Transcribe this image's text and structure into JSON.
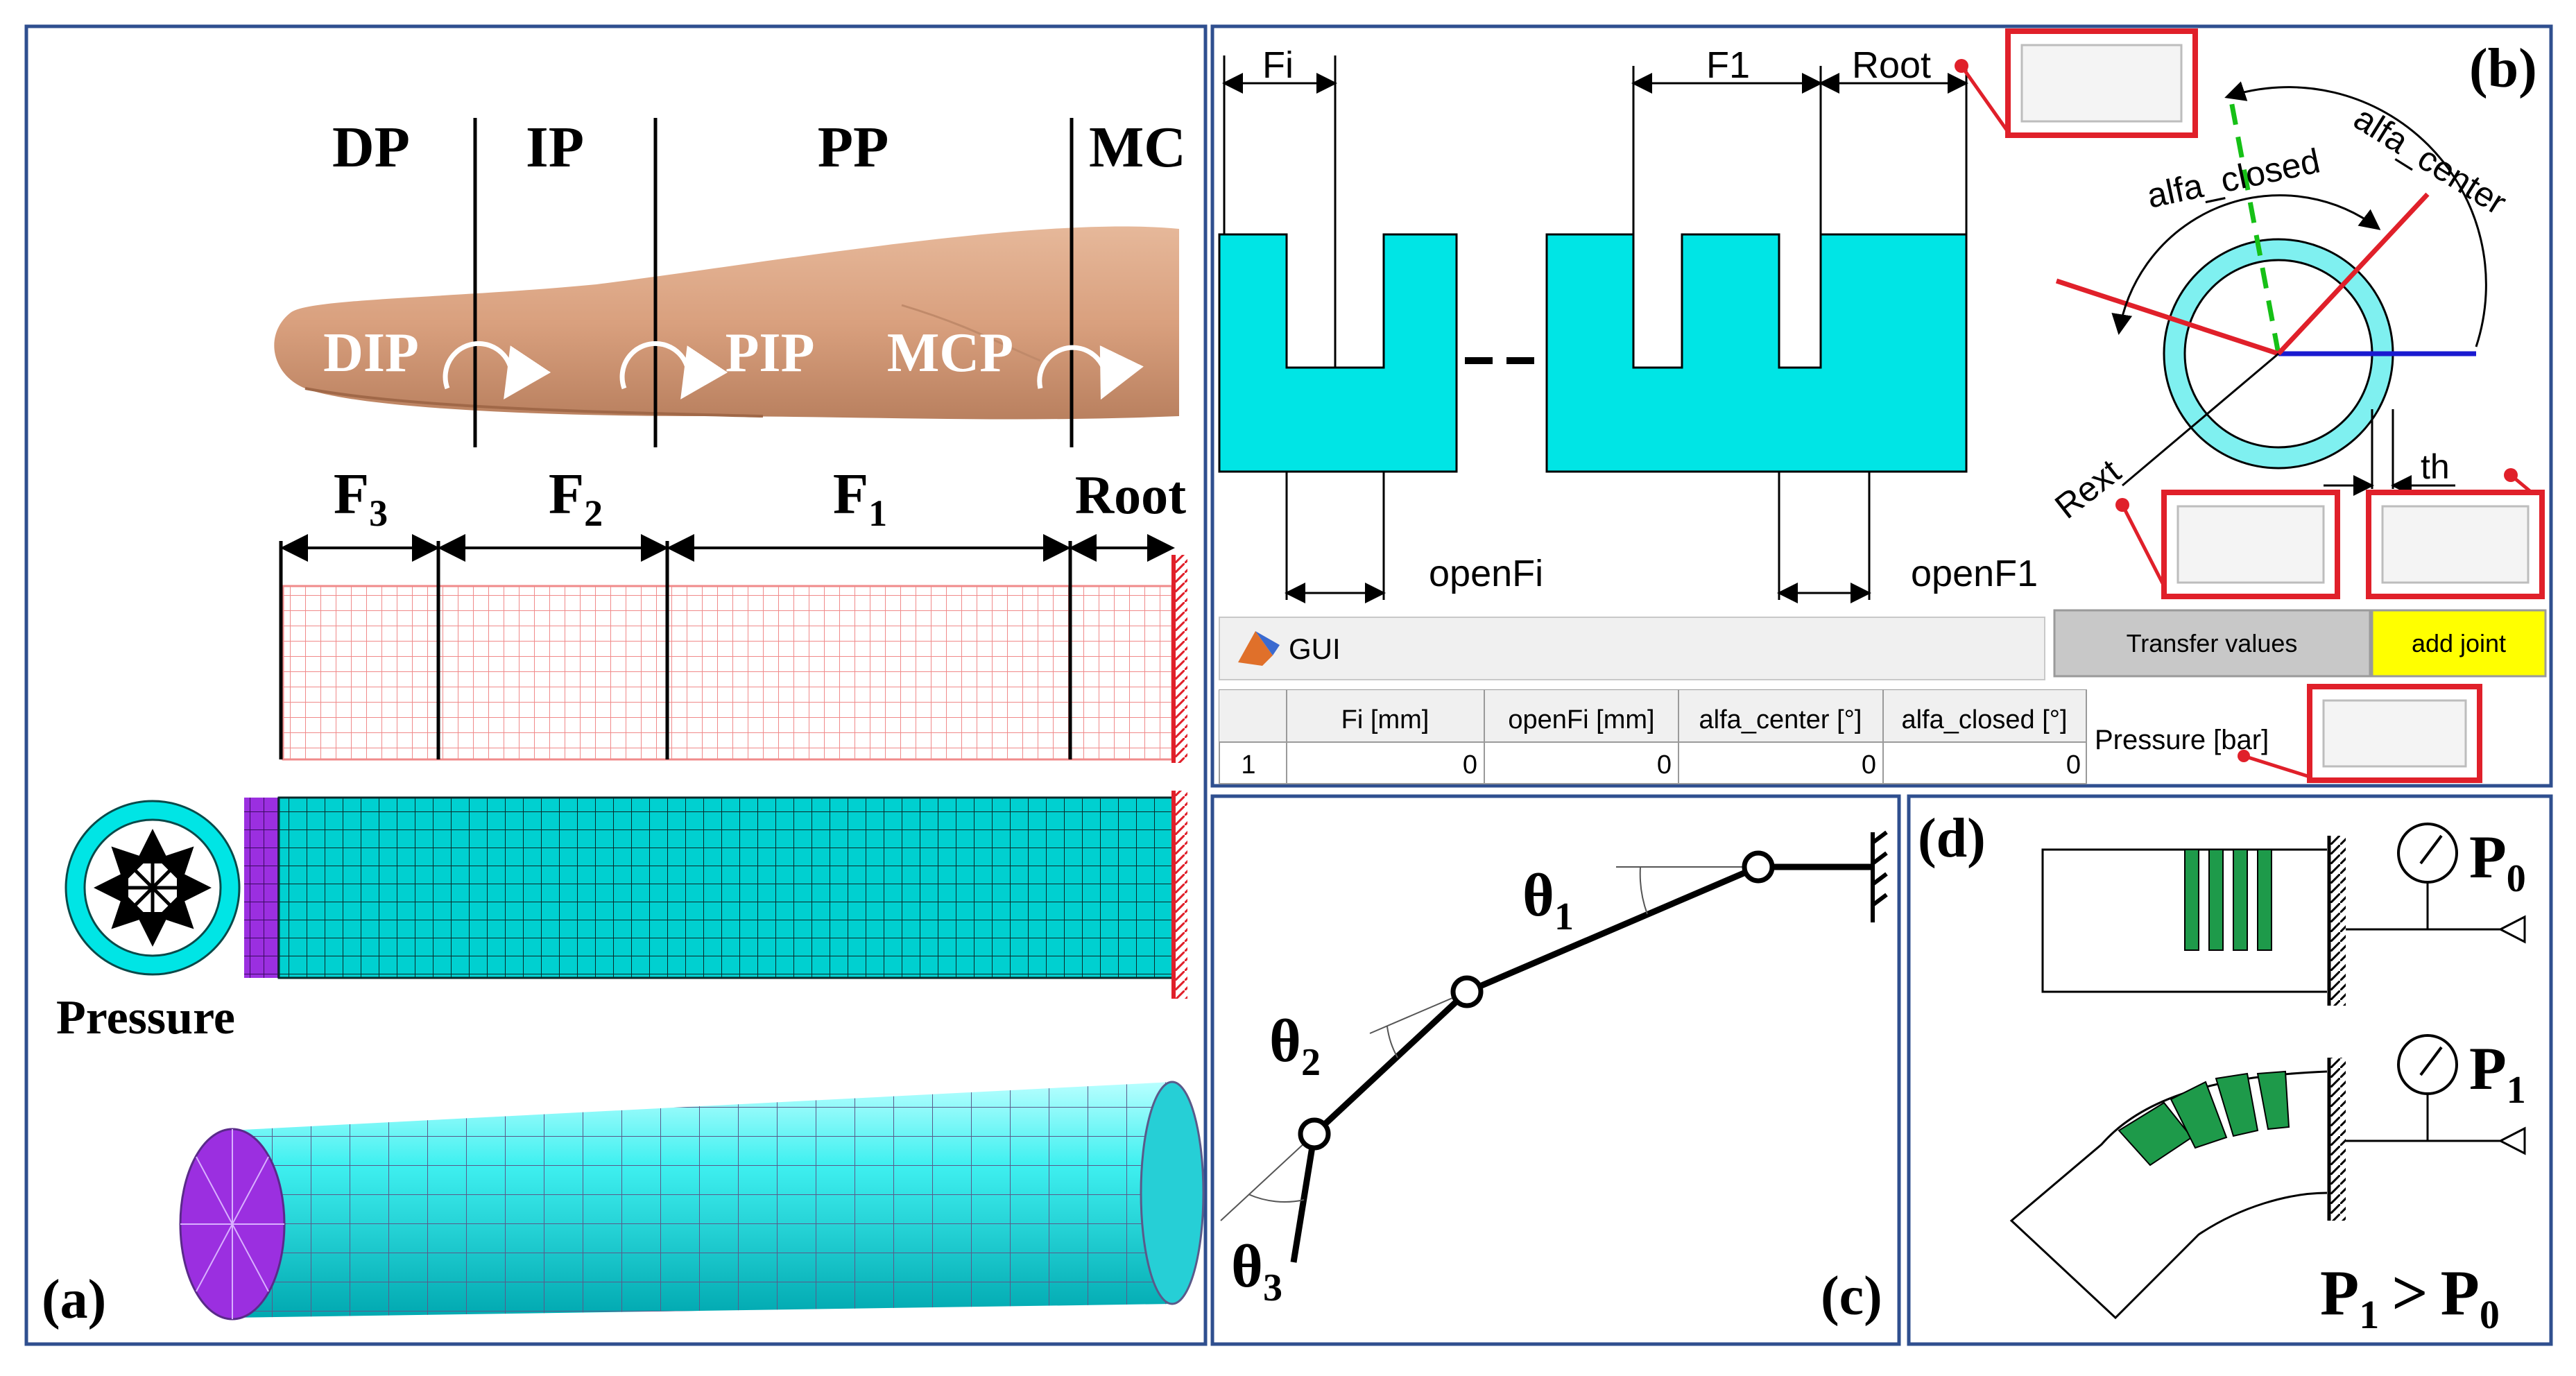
{
  "panel_a": {
    "label": "(a)",
    "regions": [
      "DP",
      "IP",
      "PP",
      "MC"
    ],
    "joints": [
      "DIP",
      "PIP",
      "MCP"
    ],
    "segments": {
      "f3": "F",
      "f3_sub": "3",
      "f2": "F",
      "f2_sub": "2",
      "f1": "F",
      "f1_sub": "1",
      "root": "Root"
    },
    "pressure_label": "Pressure"
  },
  "panel_b": {
    "label": "(b)",
    "dims": {
      "fi": "Fi",
      "f1": "F1",
      "root": "Root",
      "openfi": "openFi",
      "openf1": "openF1"
    },
    "ring_labels": {
      "alfa_center": "alfa_center",
      "alfa_closed": "alfa_closed",
      "rext": "Rext",
      "th": "th"
    },
    "gui": {
      "title": "GUI",
      "transfer_button": "Transfer values",
      "add_joint_button": "add joint",
      "pressure_label": "Pressure [bar]",
      "columns": [
        "Fi [mm]",
        "openFi [mm]",
        "alfa_center [°]",
        "alfa_closed [°]"
      ],
      "rows": [
        {
          "index": "1",
          "values": [
            "0",
            "0",
            "0",
            "0"
          ]
        }
      ]
    }
  },
  "panel_c": {
    "label": "(c)",
    "angles": [
      {
        "sym": "θ",
        "sub": "1"
      },
      {
        "sym": "θ",
        "sub": "2"
      },
      {
        "sym": "θ",
        "sub": "3"
      }
    ]
  },
  "panel_d": {
    "label": "(d)",
    "p0": "P",
    "p0_sub": "0",
    "p1": "P",
    "p1_sub": "1",
    "relation": {
      "a": "P",
      "a_sub": "1",
      "op": ">",
      "b": "P",
      "b_sub": "0"
    }
  },
  "colors": {
    "cyan": "#00e5e5",
    "border": "#2f4f8f",
    "red": "#e0202a",
    "green": "#1e9a4a",
    "purple": "#9b2fe0",
    "mesh": "#f08a8a",
    "yellow": "#ffff00"
  }
}
